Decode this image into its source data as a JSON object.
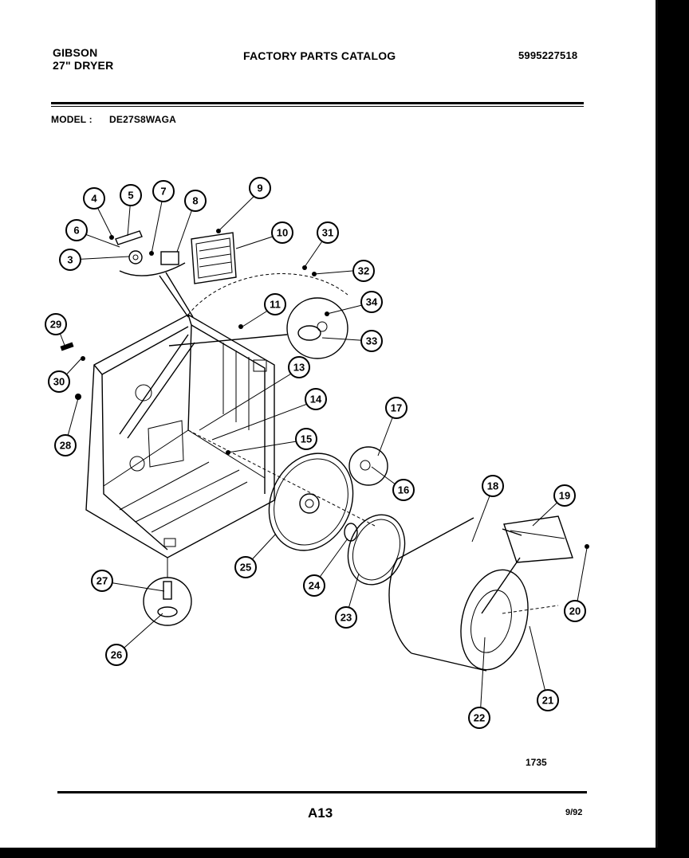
{
  "header": {
    "brand": "GIBSON",
    "product": "27\" DRYER",
    "catalog_title": "FACTORY PARTS CATALOG",
    "part_number": "5995227518",
    "model_label": "MODEL :",
    "model_value": "DE27S8WAGA"
  },
  "footer": {
    "code": "1735",
    "page": "A13",
    "date": "9/92"
  },
  "callouts": [
    "3",
    "4",
    "5",
    "6",
    "7",
    "8",
    "9",
    "10",
    "11",
    "13",
    "14",
    "15",
    "16",
    "17",
    "18",
    "19",
    "20",
    "21",
    "22",
    "23",
    "24",
    "25",
    "26",
    "27",
    "28",
    "29",
    "30",
    "31",
    "32",
    "33",
    "34"
  ],
  "colors": {
    "background": "#ffffff",
    "ink": "#000000",
    "frame": "#000000"
  }
}
